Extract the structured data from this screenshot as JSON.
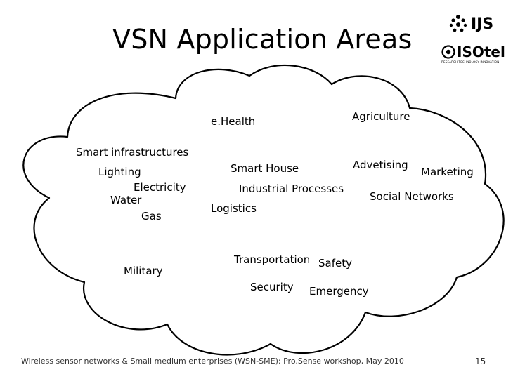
{
  "slide": {
    "title": "VSN Application Areas",
    "page_number": "15",
    "footer": "Wireless sensor networks & Small medium enterprises (WSN-SME): Pro.Sense workshop, May 2010"
  },
  "logos": {
    "ijs_text": "IJS",
    "isotel_text": "ISOtel",
    "isotel_subtext": "RESEARCH TECHNOLOGY INNOVATION"
  },
  "cloud": {
    "left_group": {
      "heading": "Smart infrastructures",
      "items": [
        "Lighting",
        "Electricity",
        "Water",
        "Gas"
      ]
    },
    "military": "Military",
    "ehealth": "e.Health",
    "agriculture": "Agriculture",
    "smart_house": "Smart House",
    "industrial_processes": "Industrial Processes",
    "logistics": "Logistics",
    "advetising": "Advetising",
    "marketing": "Marketing",
    "social_networks": "Social Networks",
    "transportation": "Transportation",
    "safety": "Safety",
    "security": "Security",
    "emergency": "Emergency"
  }
}
